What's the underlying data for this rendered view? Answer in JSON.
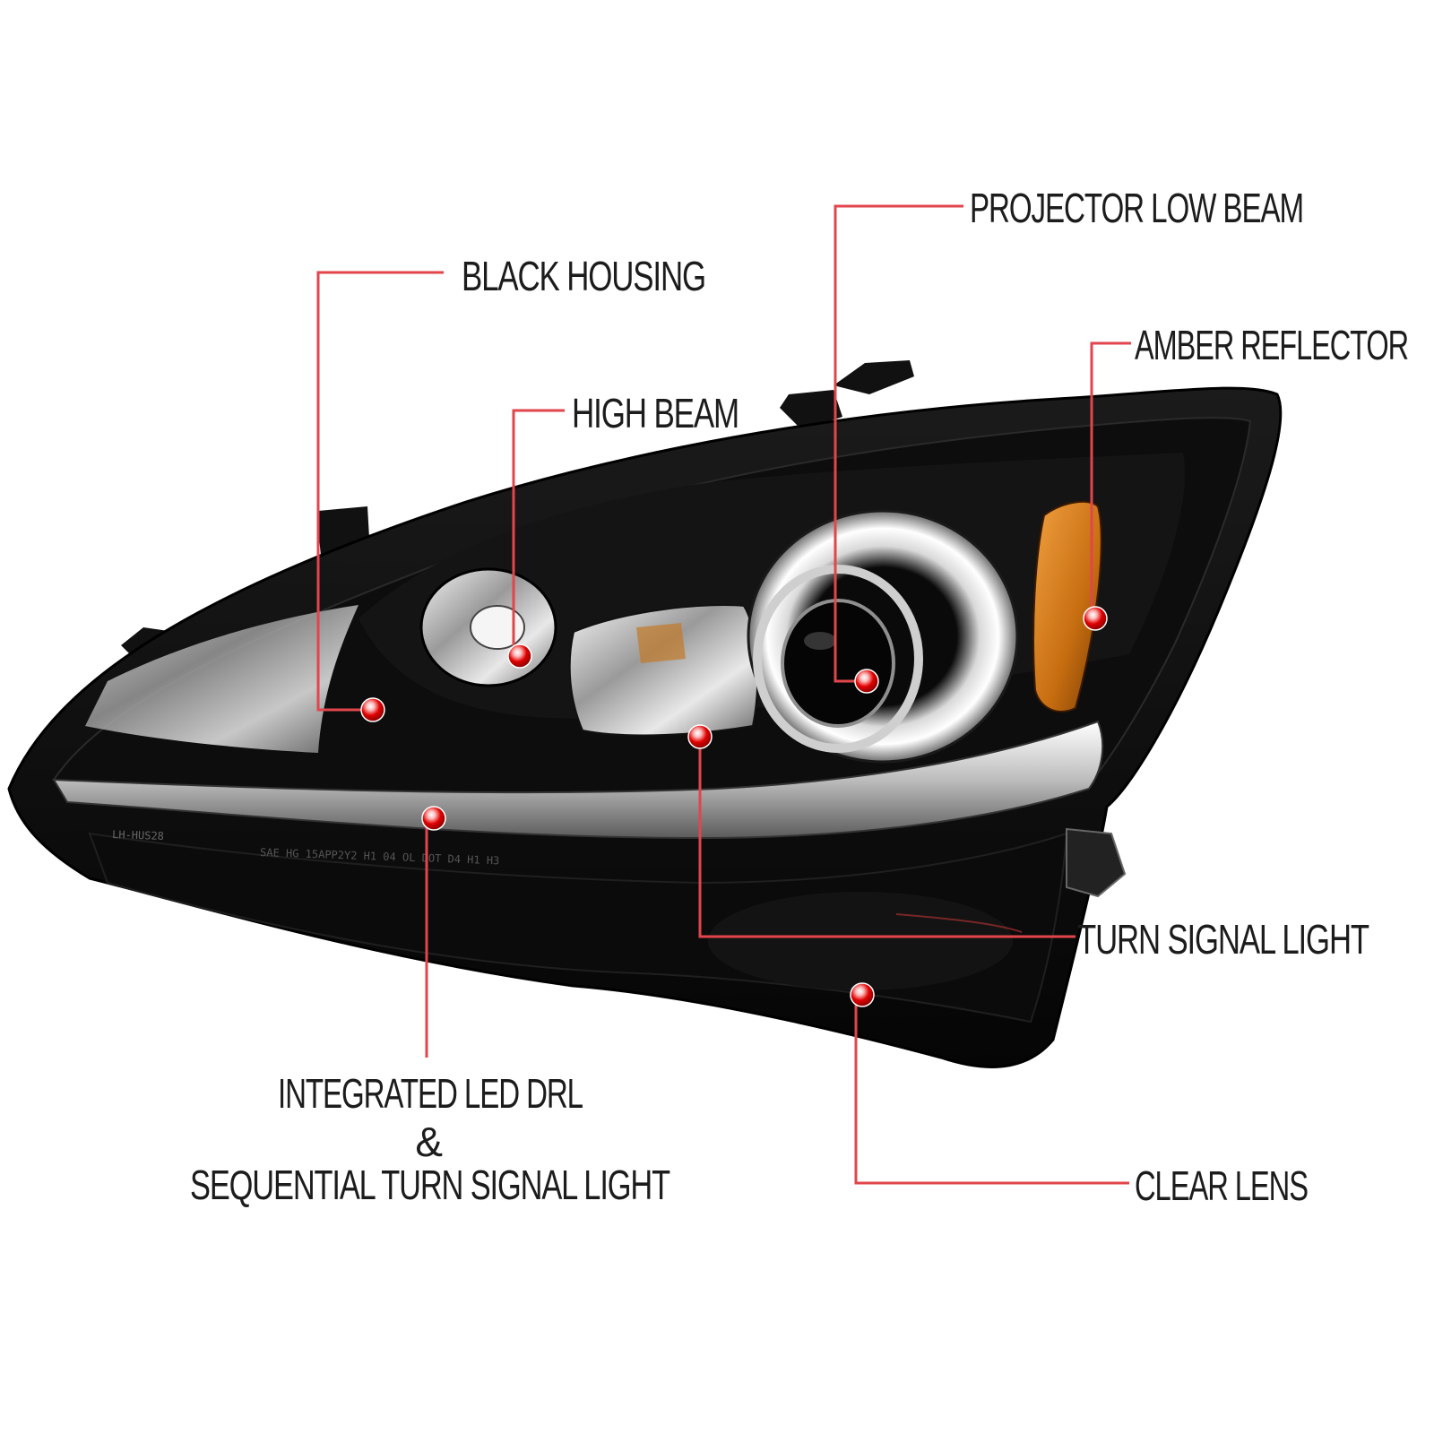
{
  "callouts": {
    "black_housing": "BLACK HOUSING",
    "high_beam": "HIGH BEAM",
    "projector_low_beam": "PROJECTOR LOW BEAM",
    "amber_reflector": "AMBER REFLECTOR",
    "turn_signal_light": "TURN SIGNAL LIGHT",
    "integrated_led_drl_line1": "INTEGRATED LED DRL",
    "integrated_led_drl_line2": "&",
    "integrated_led_drl_line3": "SEQUENTIAL TURN SIGNAL LIGHT",
    "clear_lens": "CLEAR LENS"
  },
  "lens_markings": {
    "part_number": "LH-HUS28",
    "cert_text": "SAE HG 15APP2Y2 H1 04 OL DOT D4 H1 H3"
  },
  "colors": {
    "leader_line": "#e0464b",
    "marker_dot": "#e00000",
    "housing": "#0a0a0a",
    "amber": "#d9831f",
    "text": "#1c1c1c"
  }
}
